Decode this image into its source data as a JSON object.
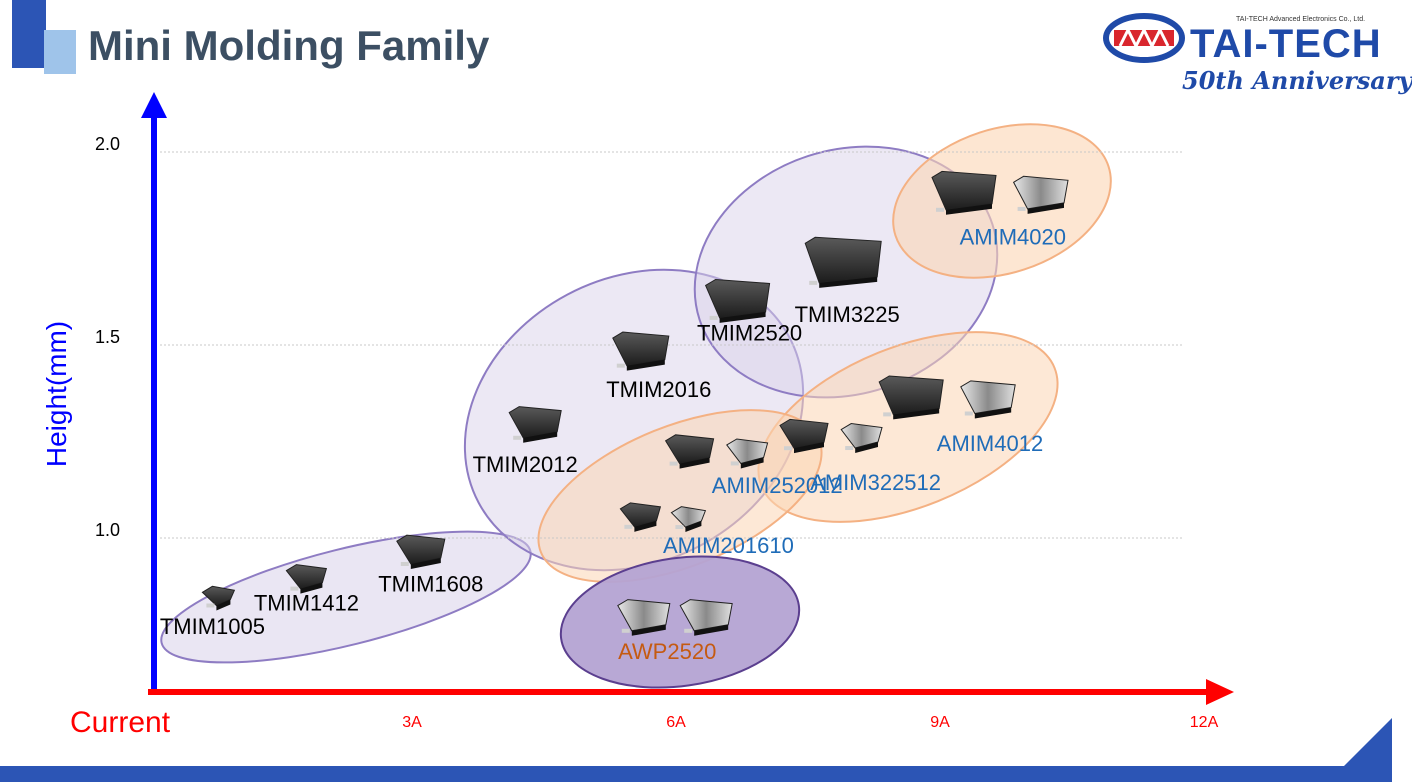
{
  "title": "Mini Molding Family",
  "logo": {
    "company_small": "TAI-TECH Advanced Electronics Co., Ltd.",
    "name": "TAI-TECH",
    "anniversary": "50th Anniversary"
  },
  "colors": {
    "accent_blue": "#2c55b5",
    "light_blue": "#9fc4ea",
    "y_axis": "#0000ff",
    "x_axis": "#ff0000",
    "tmim_group": "#d9d2e9",
    "amim_group": "#fbd6b4",
    "awp_group": "#b4a3d3",
    "amim_label": "#1f6cb8",
    "awp_label": "#c55a11"
  },
  "chart_data": {
    "type": "scatter",
    "xlabel": "Current",
    "ylabel": "Height(mm)",
    "x_ticks": [
      "3A",
      "6A",
      "9A",
      "12A"
    ],
    "y_ticks": [
      "1.0",
      "1.5",
      "2.0"
    ],
    "grid": true,
    "products": [
      {
        "name": "TMIM1005",
        "series": "TMIM",
        "current": 0.8,
        "height": 0.85
      },
      {
        "name": "TMIM1412",
        "series": "TMIM",
        "current": 1.8,
        "height": 0.9
      },
      {
        "name": "TMIM1608",
        "series": "TMIM",
        "current": 3.1,
        "height": 0.97
      },
      {
        "name": "TMIM2012",
        "series": "TMIM",
        "current": 4.4,
        "height": 1.3
      },
      {
        "name": "TMIM2016",
        "series": "TMIM",
        "current": 5.6,
        "height": 1.49
      },
      {
        "name": "TMIM2520",
        "series": "TMIM",
        "current": 6.7,
        "height": 1.62
      },
      {
        "name": "TMIM3225",
        "series": "TMIM",
        "current": 7.9,
        "height": 1.72
      },
      {
        "name": "AMIM201610",
        "series": "AMIM",
        "current": 5.8,
        "height": 1.06
      },
      {
        "name": "AMIM252012",
        "series": "AMIM",
        "current": 6.4,
        "height": 1.23
      },
      {
        "name": "AMIM322512",
        "series": "AMIM",
        "current": 7.7,
        "height": 1.27
      },
      {
        "name": "AMIM4012",
        "series": "AMIM",
        "current": 9.0,
        "height": 1.37
      },
      {
        "name": "AMIM4020",
        "series": "AMIM",
        "current": 9.6,
        "height": 1.9
      },
      {
        "name": "AWP2520",
        "series": "AWP",
        "current": 5.9,
        "height": 0.8
      }
    ]
  }
}
